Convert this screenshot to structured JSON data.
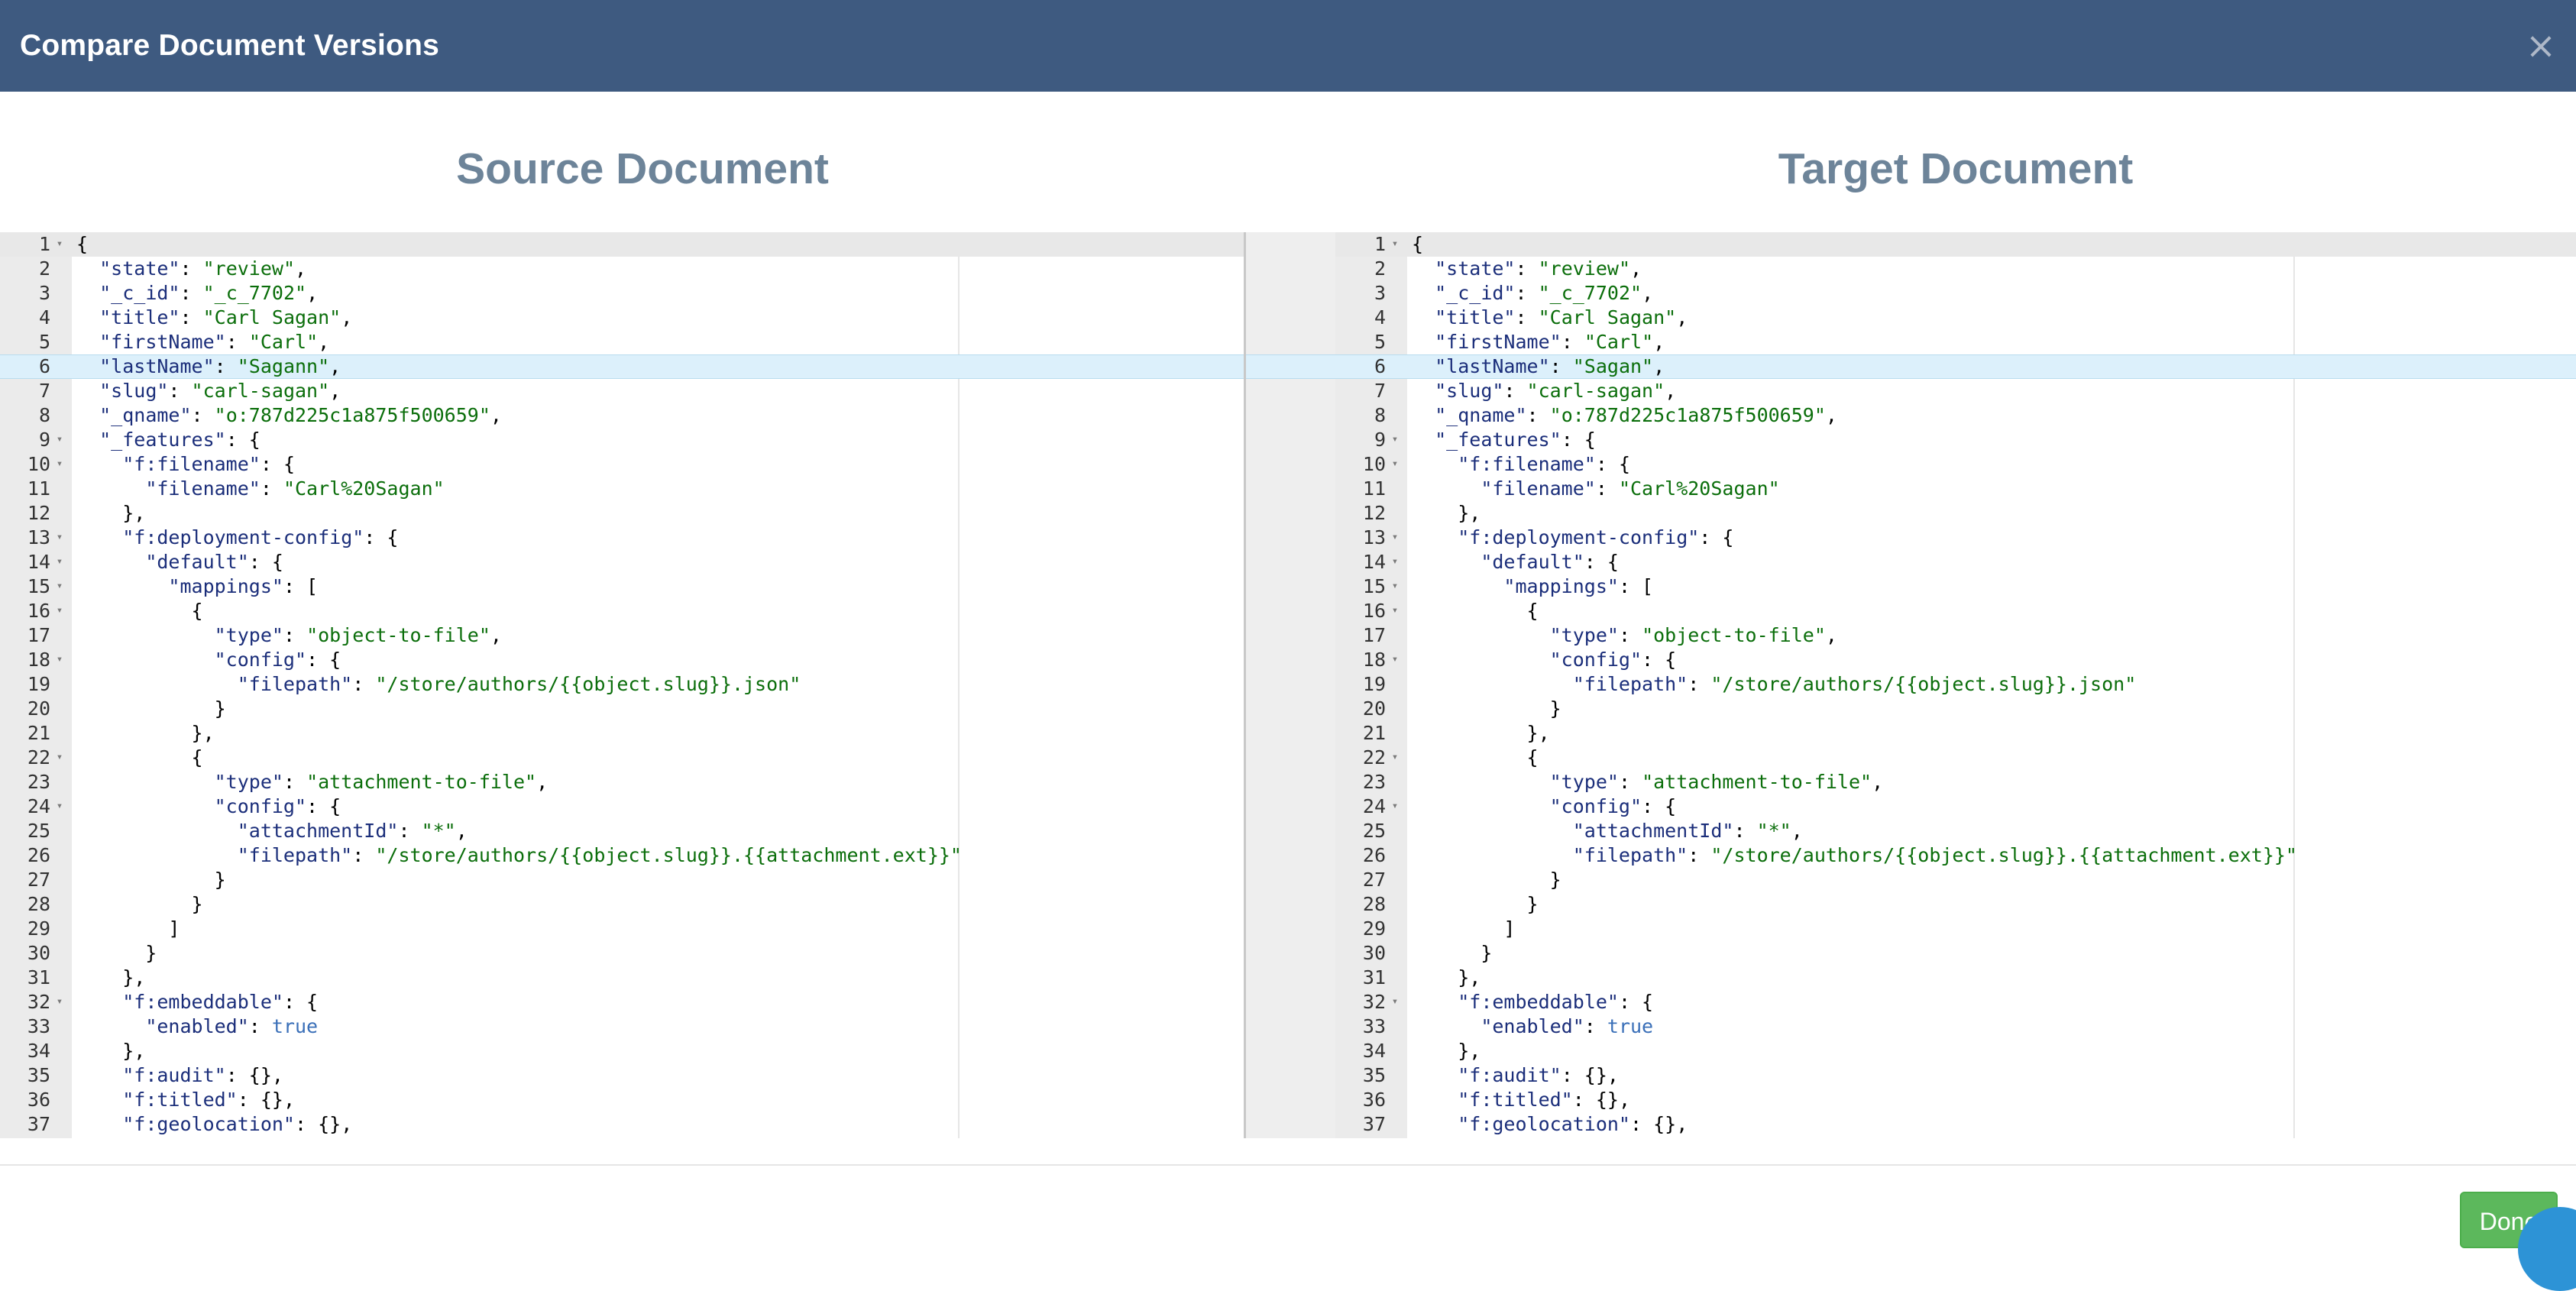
{
  "dialog": {
    "title": "Compare Document Versions",
    "close_glyph": "×",
    "done_label": "Done"
  },
  "source": {
    "heading": "Source Document",
    "lines": [
      "{",
      "  \"state\": \"review\",",
      "  \"_c_id\": \"_c_7702\",",
      "  \"title\": \"Carl Sagan\",",
      "  \"firstName\": \"Carl\",",
      "  \"lastName\": \"Sagann\",",
      "  \"slug\": \"carl-sagan\",",
      "  \"_qname\": \"o:787d225c1a875f500659\",",
      "  \"_features\": {",
      "    \"f:filename\": {",
      "      \"filename\": \"Carl%20Sagan\"",
      "    },",
      "    \"f:deployment-config\": {",
      "      \"default\": {",
      "        \"mappings\": [",
      "          {",
      "            \"type\": \"object-to-file\",",
      "            \"config\": {",
      "              \"filepath\": \"/store/authors/{{object.slug}}.json\"",
      "            }",
      "          },",
      "          {",
      "            \"type\": \"attachment-to-file\",",
      "            \"config\": {",
      "              \"attachmentId\": \"*\",",
      "              \"filepath\": \"/store/authors/{{object.slug}}.{{attachment.ext}}\"",
      "            }",
      "          }",
      "        ]",
      "      }",
      "    },",
      "    \"f:embeddable\": {",
      "      \"enabled\": true",
      "    },",
      "    \"f:audit\": {},",
      "    \"f:titled\": {},",
      "    \"f:geolocation\": {},"
    ]
  },
  "target": {
    "heading": "Target Document",
    "lines": [
      "{",
      "  \"state\": \"review\",",
      "  \"_c_id\": \"_c_7702\",",
      "  \"title\": \"Carl Sagan\",",
      "  \"firstName\": \"Carl\",",
      "  \"lastName\": \"Sagan\",",
      "  \"slug\": \"carl-sagan\",",
      "  \"_qname\": \"o:787d225c1a875f500659\",",
      "  \"_features\": {",
      "    \"f:filename\": {",
      "      \"filename\": \"Carl%20Sagan\"",
      "    },",
      "    \"f:deployment-config\": {",
      "      \"default\": {",
      "        \"mappings\": [",
      "          {",
      "            \"type\": \"object-to-file\",",
      "            \"config\": {",
      "              \"filepath\": \"/store/authors/{{object.slug}}.json\"",
      "            }",
      "          },",
      "          {",
      "            \"type\": \"attachment-to-file\",",
      "            \"config\": {",
      "              \"attachmentId\": \"*\",",
      "              \"filepath\": \"/store/authors/{{object.slug}}.{{attachment.ext}}\"",
      "            }",
      "          }",
      "        ]",
      "      }",
      "    },",
      "    \"f:embeddable\": {",
      "      \"enabled\": true",
      "    },",
      "    \"f:audit\": {},",
      "    \"f:titled\": {},",
      "    \"f:geolocation\": {},"
    ]
  },
  "editor": {
    "fold_lines": [
      1,
      9,
      10,
      13,
      14,
      15,
      16,
      18,
      22,
      24,
      32
    ],
    "active_line": 1,
    "changed_line": 6,
    "fold_glyph": "▾"
  },
  "colors": {
    "header": "#3e5a80",
    "heading": "#6d8499",
    "diff_highlight": "#dcf0fb",
    "done_button": "#5cb85c"
  }
}
